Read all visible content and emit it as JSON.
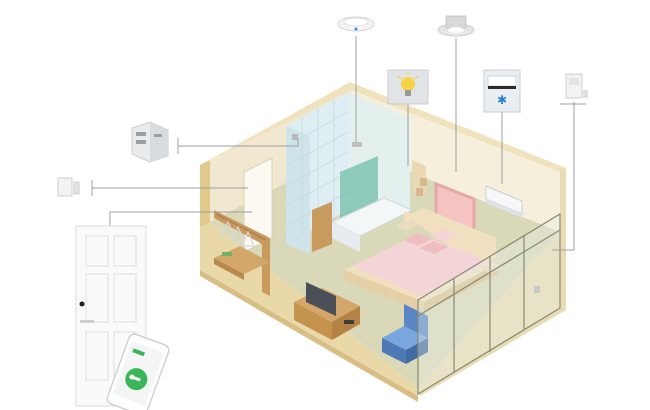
{
  "colors": {
    "background": "#ffffff",
    "floor": "#d9d8b8",
    "wall_outer": "#ead9a8",
    "wall_back": "#f3ecd6",
    "tile": "#dfeef2",
    "shower_glass": "#7fc4b2",
    "wood": "#c99a5e",
    "bed_sheet": "#f3d5d7",
    "bed_frame": "#f0e0c0",
    "sofa": "#5a86c6",
    "screen": "#4a4f58",
    "leader_line": "#9aa0a6",
    "phone_green": "#3bb55a",
    "lamp_yellow": "#f5d443",
    "ac_blue": "#2d7fd1"
  },
  "devices": [
    {
      "name": "ceiling-smoke-sensor",
      "icon": "smoke-sensor-icon"
    },
    {
      "name": "ceiling-downlight",
      "icon": "downlight-icon"
    },
    {
      "name": "smart-lighting-panel",
      "icon": "light-bulb-icon"
    },
    {
      "name": "ac-controller-panel",
      "icon": "air-conditioner-icon"
    },
    {
      "name": "curtain-switch",
      "icon": "wall-switch-icon"
    },
    {
      "name": "din-rail-controller",
      "icon": "din-controller-icon"
    },
    {
      "name": "door-sensor",
      "icon": "door-sensor-icon"
    },
    {
      "name": "entry-door",
      "icon": "door-icon"
    },
    {
      "name": "smartphone-unlock",
      "icon": "phone-key-icon"
    }
  ]
}
